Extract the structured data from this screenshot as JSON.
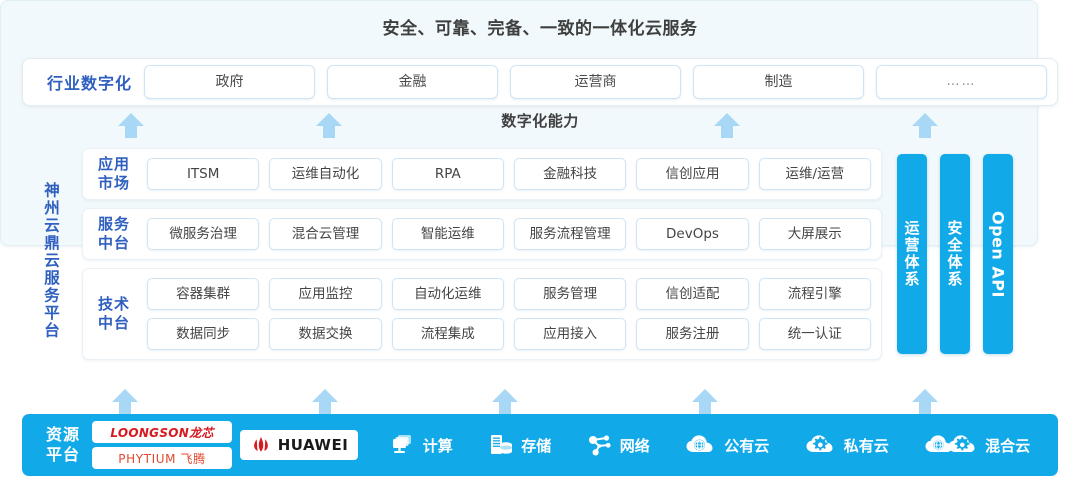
{
  "title": "安全、可靠、完备、一致的一体化云服务",
  "industry": {
    "label": "行业数字化",
    "items": [
      {
        "label": "政府"
      },
      {
        "label": "金融"
      },
      {
        "label": "运营商"
      },
      {
        "label": "制造"
      },
      {
        "label": "……"
      }
    ]
  },
  "capability": {
    "label": "数字化能力"
  },
  "platform": {
    "vertical_label": "神州云鼎云服务平台",
    "layers": [
      {
        "id": "app",
        "title_line1": "应用",
        "title_line2": "市场",
        "rows": [
          [
            "ITSM",
            "运维自动化",
            "RPA",
            "金融科技",
            "信创应用",
            "运维/运营"
          ]
        ]
      },
      {
        "id": "svc",
        "title_line1": "服务",
        "title_line2": "中台",
        "rows": [
          [
            "微服务治理",
            "混合云管理",
            "智能运维",
            "服务流程管理",
            "DevOps",
            "大屏展示"
          ]
        ]
      },
      {
        "id": "tech",
        "title_line1": "技术",
        "title_line2": "中台",
        "rows": [
          [
            "容器集群",
            "应用监控",
            "自动化运维",
            "服务管理",
            "信创适配",
            "流程引擎"
          ],
          [
            "数据同步",
            "数据交换",
            "流程集成",
            "应用接入",
            "服务注册",
            "统一认证"
          ]
        ]
      }
    ],
    "pillars": [
      {
        "label": "运营体系"
      },
      {
        "label": "安全体系"
      },
      {
        "label": "Open API"
      }
    ]
  },
  "resource": {
    "label_line1": "资源",
    "label_line2": "平台",
    "vendor_logos": [
      {
        "name": "loongson-logo",
        "text": "LOONGSON龙芯"
      },
      {
        "name": "phytium-logo",
        "text": "PHYTIUM 飞腾"
      },
      {
        "name": "huawei-logo",
        "text": "HUAWEI"
      }
    ],
    "items": [
      {
        "icon": "compute-icon",
        "label": "计算"
      },
      {
        "icon": "storage-icon",
        "label": "存储"
      },
      {
        "icon": "network-icon",
        "label": "网络"
      },
      {
        "icon": "public-cloud-icon",
        "label": "公有云"
      },
      {
        "icon": "private-cloud-icon",
        "label": "私有云"
      },
      {
        "icon": "hybrid-cloud-icon",
        "label": "混合云"
      }
    ]
  },
  "colors": {
    "brand_blue": "#11a9e8",
    "arrow_blue": "#a8d8f5",
    "label_blue": "#2f5fbf",
    "chip_border": "#cfe4f5",
    "panel_bg": "#f2f9fc",
    "logo_red": "#d71920"
  },
  "arrows": {
    "upper_x": [
      118,
      316,
      714,
      912
    ],
    "lower_x": [
      112,
      312,
      492,
      692,
      912
    ]
  }
}
